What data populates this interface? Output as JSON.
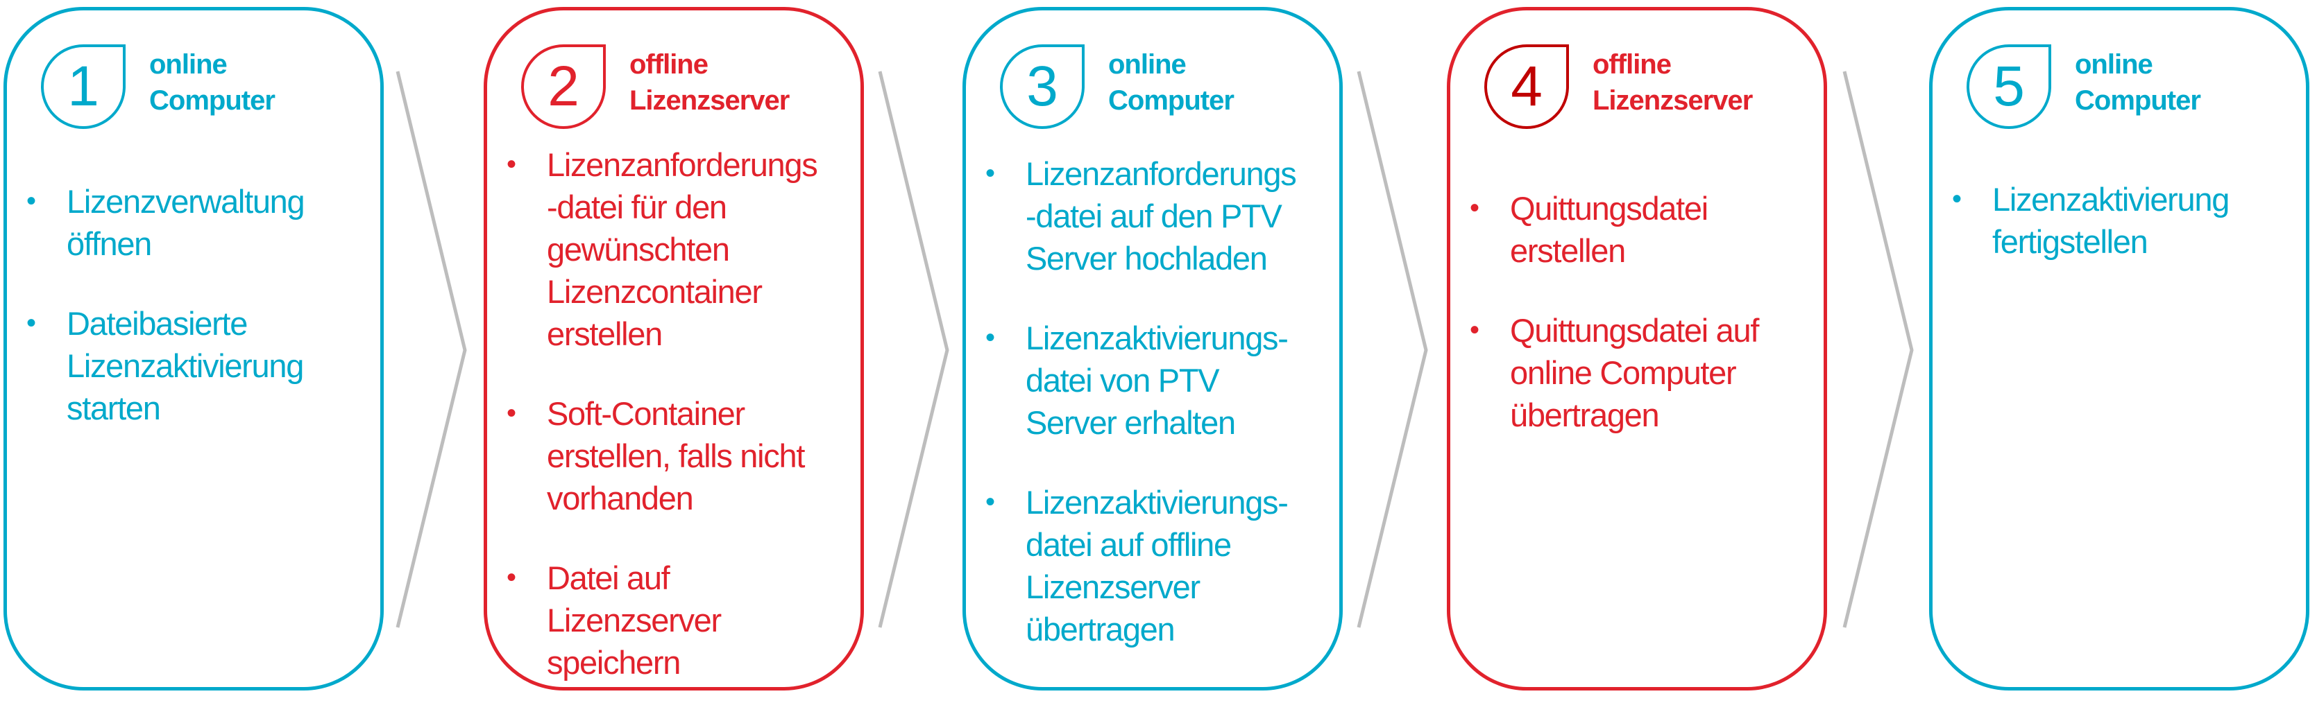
{
  "colors": {
    "online": "#00a9cb",
    "offline": "#e1222c",
    "offline_dark_badge": "#c00000",
    "arrow": "#bdbdbd"
  },
  "steps": [
    {
      "number": "1",
      "title_line1": "online",
      "title_line2": "Computer",
      "items": [
        "Lizenzverwaltung\nöffnen",
        "Dateibasierte\nLizenzaktivierung\nstarten"
      ]
    },
    {
      "number": "2",
      "title_line1": "offline",
      "title_line2": "Lizenzserver",
      "items": [
        "Lizenzanforderungs\n-datei für den\ngewünschten\nLizenzcontainer\nerstellen",
        "Soft-Container\nerstellen, falls nicht\nvorhanden",
        "Datei auf\nLizenzserver\nspeichern"
      ]
    },
    {
      "number": "3",
      "title_line1": "online",
      "title_line2": "Computer",
      "items": [
        "Lizenzanforderungs\n-datei auf den PTV\nServer hochladen",
        "Lizenzaktivierungs-\ndatei von PTV\nServer erhalten",
        "Lizenzaktivierungs-\ndatei auf offline\nLizenzserver\nübertragen"
      ]
    },
    {
      "number": "4",
      "title_line1": "offline",
      "title_line2": "Lizenzserver",
      "items": [
        "Quittungsdatei\nerstellen",
        "Quittungsdatei auf\nonline Computer\nübertragen"
      ]
    },
    {
      "number": "5",
      "title_line1": "online",
      "title_line2": "Computer",
      "items": [
        "Lizenzaktivierung\nfertigstellen"
      ]
    }
  ],
  "bullet": "•"
}
